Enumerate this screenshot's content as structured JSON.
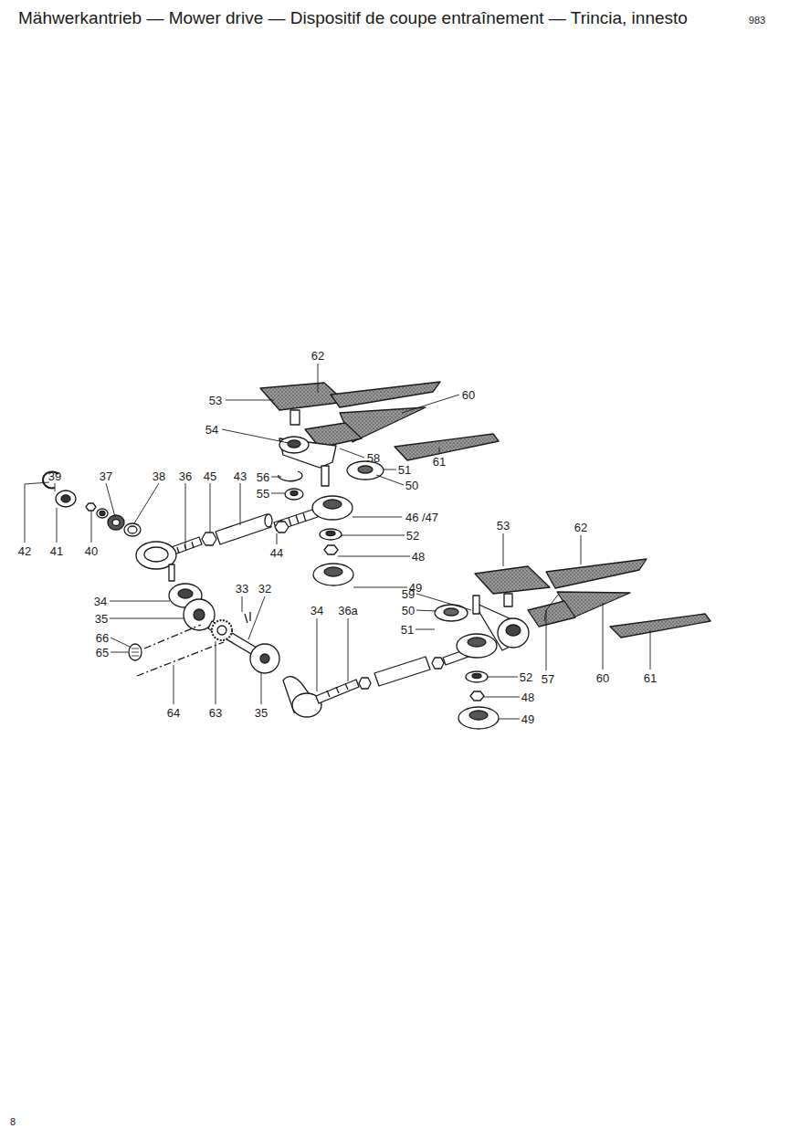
{
  "diagram": {
    "title": "Mähwerkantrieb — Mower drive — Dispositif de coupe entraînement — Trincia, innesto",
    "labels": [
      "983",
      "62",
      "53",
      "60",
      "54",
      "58",
      "61",
      "39",
      "37",
      "38",
      "36",
      "45",
      "43",
      "56",
      "51",
      "50",
      "55",
      "46 /47",
      "53",
      "62",
      "52",
      "42",
      "41",
      "40",
      "44",
      "48",
      "49",
      "33",
      "32",
      "59",
      "34",
      "34",
      "36a",
      "50",
      "35",
      "51",
      "66",
      "65",
      "52",
      "57",
      "60",
      "61",
      "48",
      "49",
      "64",
      "63",
      "35",
      "8"
    ]
  }
}
